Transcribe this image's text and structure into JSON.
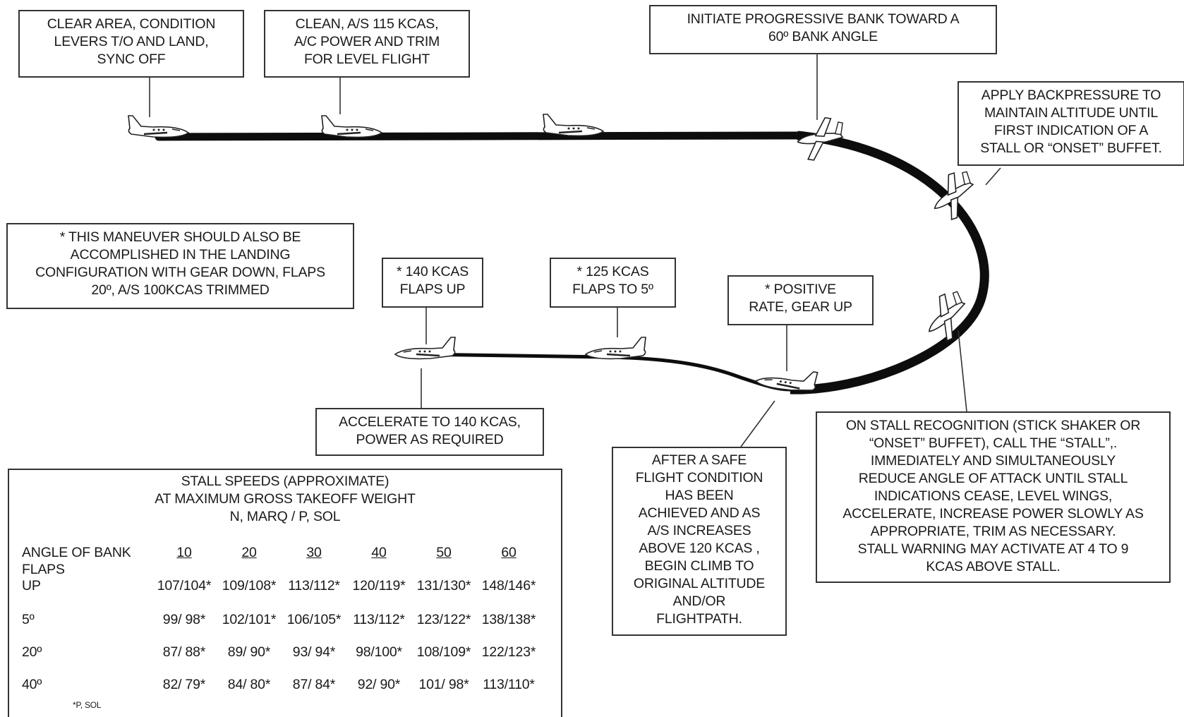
{
  "colors": {
    "ink": "#1a1a1a",
    "path": "#0d0d0d",
    "border": "#333333"
  },
  "callouts": {
    "clear_area": [
      "CLEAR AREA, CONDITION",
      "LEVERS T/O AND LAND,",
      "SYNC OFF"
    ],
    "clean": [
      "CLEAN, A/S 115 KCAS,",
      "A/C POWER AND TRIM",
      "FOR LEVEL FLIGHT"
    ],
    "initiate_bank": [
      "INITIATE PROGRESSIVE BANK TOWARD A",
      "60º BANK ANGLE"
    ],
    "backpressure": [
      "APPLY BACKPRESSURE TO",
      "MAINTAIN ALTITUDE UNTIL",
      "FIRST INDICATION OF A",
      "STALL OR “ONSET” BUFFET."
    ],
    "landing_note": [
      "* THIS MANEUVER SHOULD ALSO BE",
      "ACCOMPLISHED IN THE LANDING",
      "CONFIGURATION WITH GEAR DOWN, FLAPS",
      "20º, A/S 100KCAS TRIMMED"
    ],
    "flaps_up": [
      "* 140 KCAS",
      "FLAPS UP"
    ],
    "flaps_5": [
      "* 125 KCAS",
      "FLAPS TO 5º"
    ],
    "gear_up": [
      "* POSITIVE",
      "RATE, GEAR UP"
    ],
    "accelerate": [
      "ACCELERATE TO 140 KCAS,",
      "POWER AS REQUIRED"
    ],
    "safe_flight": [
      "AFTER A SAFE",
      "FLIGHT CONDITION",
      "HAS BEEN",
      "ACHIEVED AND AS",
      "A/S INCREASES",
      "ABOVE 120 KCAS ,",
      "BEGIN CLIMB TO",
      "ORIGINAL ALTITUDE",
      "AND/OR",
      "FLIGHTPATH."
    ],
    "stall_recognition": [
      "ON STALL RECOGNITION (STICK SHAKER OR",
      "“ONSET” BUFFET), CALL THE “STALL”,.",
      "IMMEDIATELY AND SIMULTANEOUSLY",
      "REDUCE ANGLE OF ATTACK UNTIL STALL",
      "INDICATIONS CEASE, LEVEL WINGS,",
      "ACCELERATE, INCREASE POWER SLOWLY AS",
      "APPROPRIATE, TRIM AS NECESSARY.",
      "STALL WARNING MAY ACTIVATE AT 4 TO 9",
      "KCAS ABOVE STALL."
    ]
  },
  "stall_table": {
    "title": [
      "STALL SPEEDS (APPROXIMATE)",
      "AT MAXIMUM GROSS TAKEOFF WEIGHT",
      "N, MARQ / P, SOL"
    ],
    "bank_label": "ANGLE OF BANK",
    "flaps_label": "FLAPS",
    "bank_angles": [
      "10",
      "20",
      "30",
      "40",
      "50",
      "60"
    ],
    "rows": [
      {
        "flaps": "UP",
        "values": [
          "107/104*",
          "109/108*",
          "113/112*",
          "120/119*",
          "131/130*",
          "148/146*"
        ]
      },
      {
        "flaps": "5º",
        "values": [
          "99/ 98*",
          "102/101*",
          "106/105*",
          "113/112*",
          "123/122*",
          "138/138*"
        ]
      },
      {
        "flaps": "20º",
        "values": [
          "87/ 88*",
          "89/ 90*",
          "93/ 94*",
          "98/100*",
          "108/109*",
          "122/123*"
        ]
      },
      {
        "flaps": "40º",
        "values": [
          "82/ 79*",
          "84/ 80*",
          "87/ 84*",
          "92/ 90*",
          "101/ 98*",
          "113/110*"
        ]
      }
    ],
    "footnote": "*P, SOL"
  }
}
